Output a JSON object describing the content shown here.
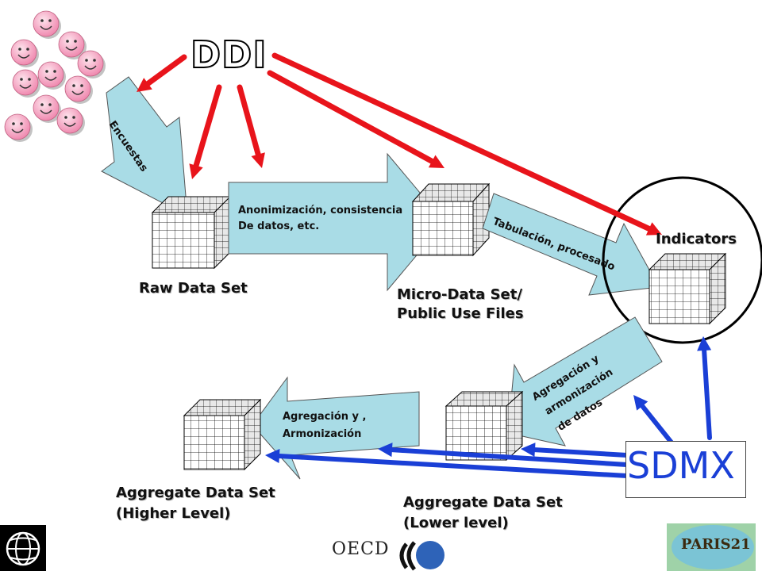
{
  "labels": {
    "ddi": "DDI",
    "sdmx": "SDMX",
    "raw": "Raw Data Set",
    "micro_l1": "Micro-Data Set/",
    "micro_l2": "Public Use Files",
    "indicators": "Indicators",
    "agg_higher_l1": "Aggregate Data Set",
    "agg_higher_l2": "(Higher Level)",
    "agg_lower_l1": "Aggregate Data Set",
    "agg_lower_l2": "(Lower level)"
  },
  "arrows": {
    "encuestas": "Encuestas",
    "anon_l1": "Anonimización, consistencia",
    "anon_l2": "De datos, etc.",
    "tabulacion": "Tabulación, procesado",
    "agreg_l1": "Agregación y ,",
    "agreg_l2": "Armonización",
    "agreg2_l1": "Agregación y",
    "agreg2_l2": "armonización",
    "agreg2_l3": "de datos"
  },
  "logos": {
    "oecd": "OECD",
    "paris21": "PARIS21"
  },
  "colors": {
    "ddi_arrows": "#e8141b",
    "sdmx_arrows": "#1a3fd6",
    "process_arrow_fill": "#a9dce6",
    "faces": "#f4a8c0"
  }
}
